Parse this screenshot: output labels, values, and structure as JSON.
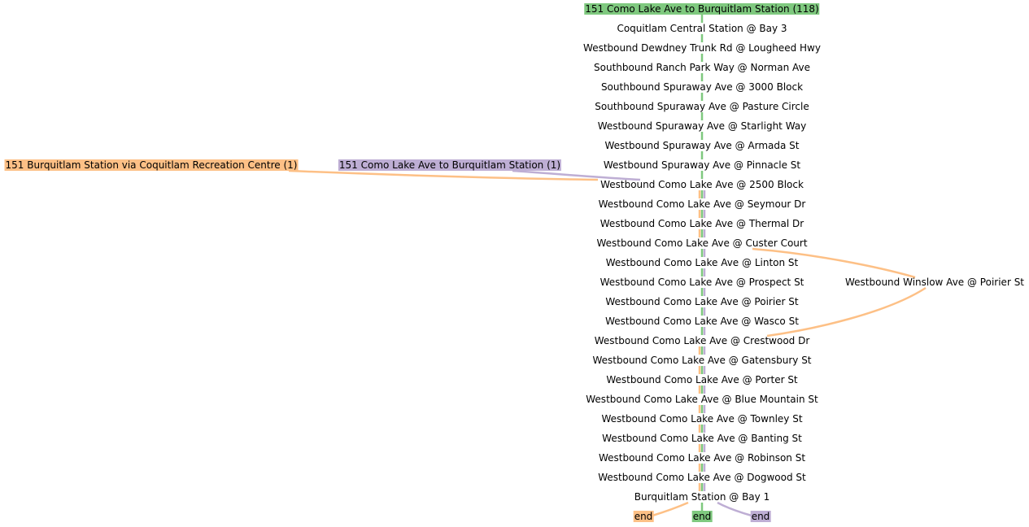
{
  "colors": {
    "route_green": "#7fc97f",
    "route_orange": "#fdc086",
    "route_purple": "#beaed4"
  },
  "routes": {
    "main": "151 Como Lake Ave to Burquitlam Station (118)",
    "via_rec": "151 Burquitlam Station via Coquitlam Recreation Centre (1)",
    "alt": "151 Como Lake Ave to Burquitlam Station (1)"
  },
  "stops": [
    "Coquitlam Central Station @ Bay 3",
    "Westbound Dewdney Trunk Rd @ Lougheed Hwy",
    "Southbound Ranch Park Way @ Norman Ave",
    "Southbound Spuraway Ave @ 3000 Block",
    "Southbound Spuraway Ave @ Pasture Circle",
    "Westbound Spuraway Ave @ Starlight Way",
    "Westbound Spuraway Ave @ Armada St",
    "Westbound Spuraway Ave @ Pinnacle St",
    "Westbound Como Lake Ave @ 2500 Block",
    "Westbound Como Lake Ave @ Seymour Dr",
    "Westbound Como Lake Ave @ Thermal Dr",
    "Westbound Como Lake Ave @ Custer Court",
    "Westbound Como Lake Ave @ Linton St",
    "Westbound Como Lake Ave @ Prospect St",
    "Westbound Como Lake Ave @ Poirier St",
    "Westbound Como Lake Ave @ Wasco St",
    "Westbound Como Lake Ave @ Crestwood Dr",
    "Westbound Como Lake Ave @ Gatensbury St",
    "Westbound Como Lake Ave @ Porter St",
    "Westbound Como Lake Ave @ Blue Mountain St",
    "Westbound Como Lake Ave @ Townley St",
    "Westbound Como Lake Ave @ Banting St",
    "Westbound Como Lake Ave @ Robinson St",
    "Westbound Como Lake Ave @ Dogwood St",
    "Burquitlam Station @ Bay 1"
  ],
  "detour_stop": "Westbound Winslow Ave @ Poirier St",
  "ends": {
    "orange": "end",
    "green": "end",
    "purple": "end"
  }
}
